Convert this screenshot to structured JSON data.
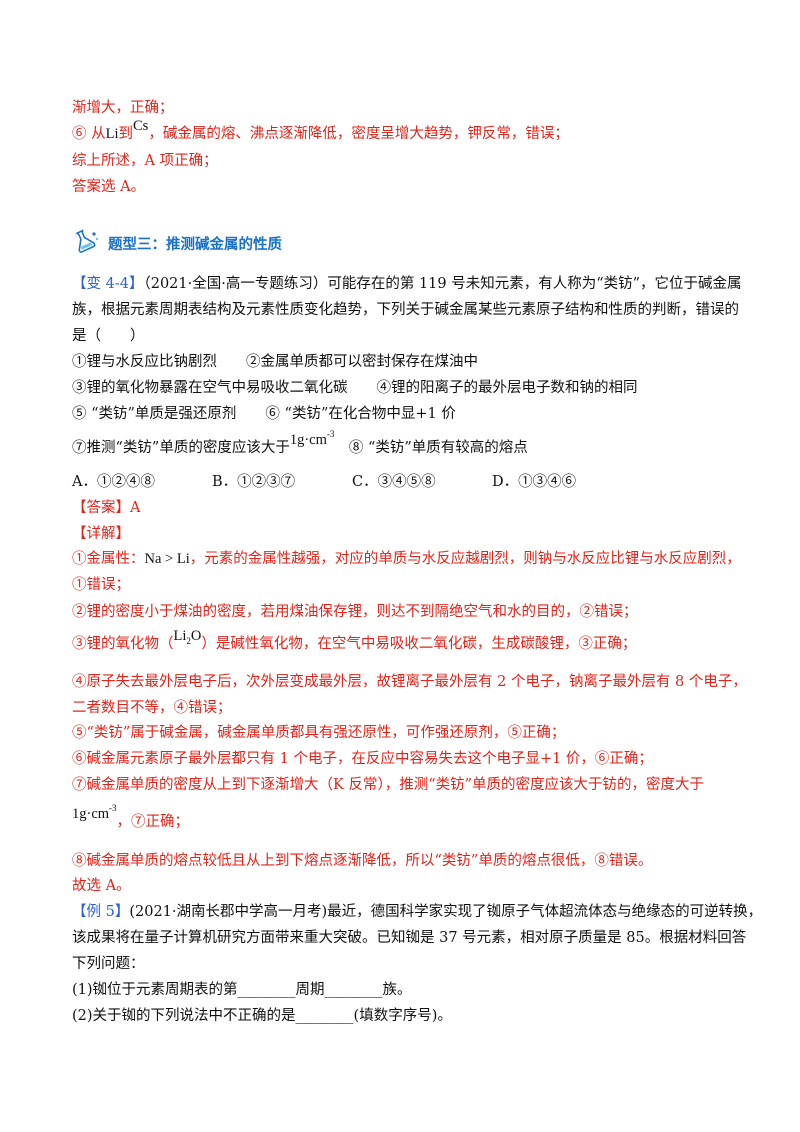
{
  "top": {
    "l1": "渐增大，正确；",
    "l2_a": "⑥ 从",
    "l2_li": "Li",
    "l2_b": "到",
    "l2_cs": "Cs",
    "l2_c": "，碱金属的熔、沸点逐渐降低，密度呈增大趋势，钾反常，错误；",
    "l3": "综上所述，A 项正确；",
    "l4": "答案选 A。"
  },
  "section": {
    "icon": "flask-icon",
    "title": "题型三：推测碱金属的性质"
  },
  "q44": {
    "tag": "【变 4-4】",
    "l1": "（2021·全国·高一专题练习）可能存在的第 119 号未知元素，有人称为“类钫”，它位于碱金属",
    "l2": "族，根据元素周期表结构及元素性质变化趋势，下列关于碱金属某些元素原子结构和性质的判断，错误的",
    "l3": "是（　　）",
    "s1": "①锂与水反应比钠剧烈　　②金属单质都可以密封保存在煤油中",
    "s2": "③锂的氧化物暴露在空气中易吸收二氧化碳　　④锂的阳离子的最外层电子数和钠的相同",
    "s3": "⑤ “类钫”单质是强还原剂　　⑥ “类钫”在化合物中显+1 价",
    "s4_a": "⑦推测“类钫”单质的密度应该大于",
    "s4_f": "1g·cm",
    "s4_exp": "-3",
    "s4_b": "　⑧ “类钫”单质有较高的熔点",
    "options": [
      "A．①②④⑧",
      "B．①②③⑦",
      "C．③④⑤⑧",
      "D．①③④⑥"
    ]
  },
  "answer": {
    "tag": "【答案】",
    "value": "A"
  },
  "detail": {
    "tag": "【详解】",
    "d1_a": "①金属性：",
    "d1_f": "Na > Li",
    "d1_b": "，元素的金属性越强，对应的单质与水反应越剧烈，则钠与水反应比锂与水反应剧烈，",
    "d1_c": "①错误；",
    "d2": "②锂的密度小于煤油的密度，若用煤油保存锂，则达不到隔绝空气和水的目的，②错误；",
    "d3_a": "③锂的氧化物（",
    "d3_f": "Li",
    "d3_sub": "2",
    "d3_f2": "O",
    "d3_b": "）是碱性氧化物，在空气中易吸收二氧化碳，生成碳酸锂，③正确；",
    "d4": "④原子失去最外层电子后，次外层变成最外层，故锂离子最外层有 2 个电子，钠离子最外层有 8 个电子，",
    "d4b": "二者数目不等，④错误；",
    "d5": "⑤“类钫”属于碱金属，碱金属单质都具有强还原性，可作强还原剂，⑤正确；",
    "d6": "⑥碱金属元素原子最外层都只有 1 个电子，在反应中容易失去这个电子显+1 价，⑥正确；",
    "d7": "⑦碱金属单质的密度从上到下逐渐增大（K 反常），推测“类钫”单质的密度应该大于钫的，密度大于",
    "d7b_f": "1g·cm",
    "d7b_exp": "-3",
    "d7b_b": "，⑦正确；",
    "d8": "⑧碱金属单质的熔点较低且从上到下熔点逐渐降低，所以“类钫”单质的熔点很低，⑧错误。",
    "d9": "故选 A。"
  },
  "ex5": {
    "tag": "【例 5】",
    "l1": "(2021·湖南长郡中学高一月考)最近，德国科学家实现了铷原子气体超流体态与绝缘态的可逆转换，",
    "l2": "该成果将在量子计算机研究方面带来重大突破。已知铷是 37 号元素，相对原子质量是 85。根据材料回答",
    "l3": "下列问题：",
    "q1": "(1)铷位于元素周期表的第________周期________族。",
    "q2": "(2)关于铷的下列说法中不正确的是________(填数字序号)。"
  },
  "colors": {
    "red": "#e2231a",
    "blue": "#2f5fd0",
    "heading": "#1a73c8"
  }
}
